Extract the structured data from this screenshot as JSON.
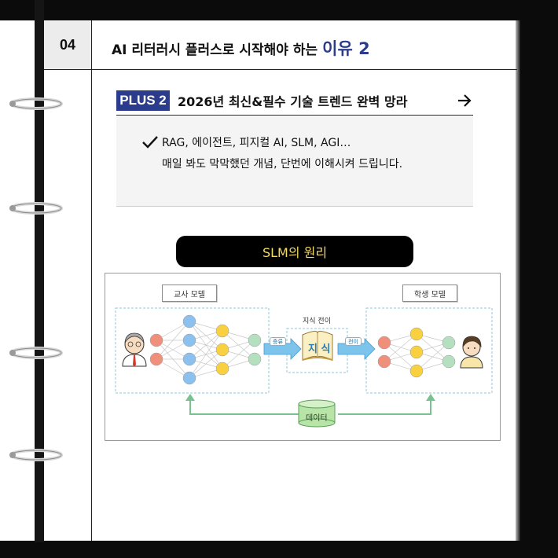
{
  "header": {
    "number": "04",
    "title": "AI 리터러시 플러스로 시작해야 하는",
    "highlight": "이유 2"
  },
  "plus": {
    "badge": "PLUS 2",
    "title": "2026년 최신&필수 기술 트렌드 완벽 망라"
  },
  "checklist": {
    "line1": "RAG, 에이전트, 피지컬 AI, SLM, AGI…",
    "line2": "매일 봐도 막막했던 개념, 단번에 이해시켜 드립니다."
  },
  "section_title": "SLM의 원리",
  "diagram": {
    "teacher_label": "교사 모델",
    "student_label": "학생 모델",
    "transfer_label": "지식 전이",
    "distill_tag": "증류",
    "transfer_tag": "전이",
    "book_text": "지 식",
    "data_label": "데이터"
  },
  "colors": {
    "accent": "#2c3c8c",
    "pill_text": "#f4dc6a",
    "node_red": "#f0907a",
    "node_blue": "#8cc0ee",
    "node_yellow": "#f8d040",
    "node_green": "#b4e0c0",
    "arrow_green": "#78c290",
    "arrow_blue": "#7cc4ec"
  }
}
